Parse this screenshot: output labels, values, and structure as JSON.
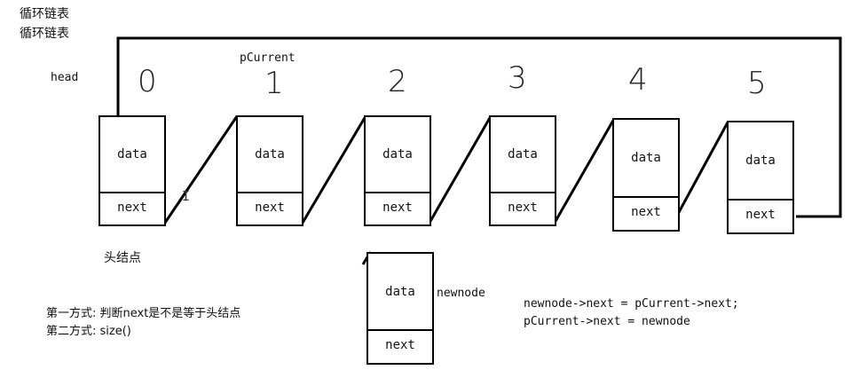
{
  "titles": [
    "循环链表",
    "循环链表"
  ],
  "labels": {
    "head": "head",
    "pcurrent": "pCurrent",
    "head_node": "头结点",
    "newnode": "newnode"
  },
  "indices": [
    "0",
    "1",
    "2",
    "3",
    "4",
    "5"
  ],
  "nodes": [
    {
      "data": "data",
      "next": "next"
    },
    {
      "data": "data",
      "next": "next"
    },
    {
      "data": "data",
      "next": "next"
    },
    {
      "data": "data",
      "next": "next"
    },
    {
      "data": "data",
      "next": "next"
    },
    {
      "data": "data",
      "next": "next"
    }
  ],
  "new_node": {
    "data": "data",
    "next": "next"
  },
  "methods": [
    "第一方式: 判断next是不是等于头结点",
    "第二方式: size()"
  ],
  "code": [
    "newnode->next = pCurrent->next;",
    "pCurrent->next = newnode"
  ],
  "cursor": "I"
}
